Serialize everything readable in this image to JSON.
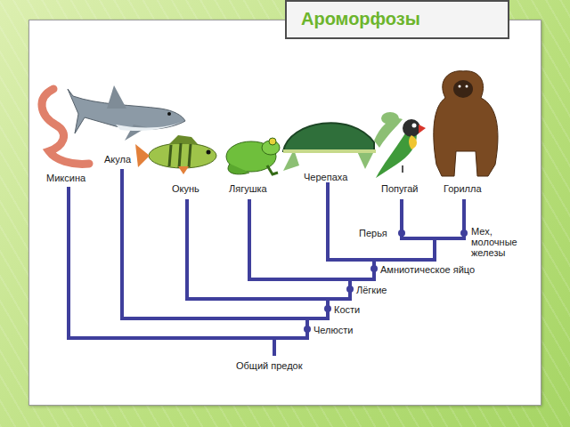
{
  "diagram": {
    "title": "Ароморфозы",
    "labels": [
      "Миксина",
      "Акула",
      "Окунь",
      "Лягушка",
      "Черепаха",
      "Попугай",
      "Горилла",
      "Перья",
      "Мех, молочные железы",
      "Амниотическое яйцо",
      "Лёгкие",
      "Кости",
      "Челюсти",
      "Общий предок"
    ]
  }
}
